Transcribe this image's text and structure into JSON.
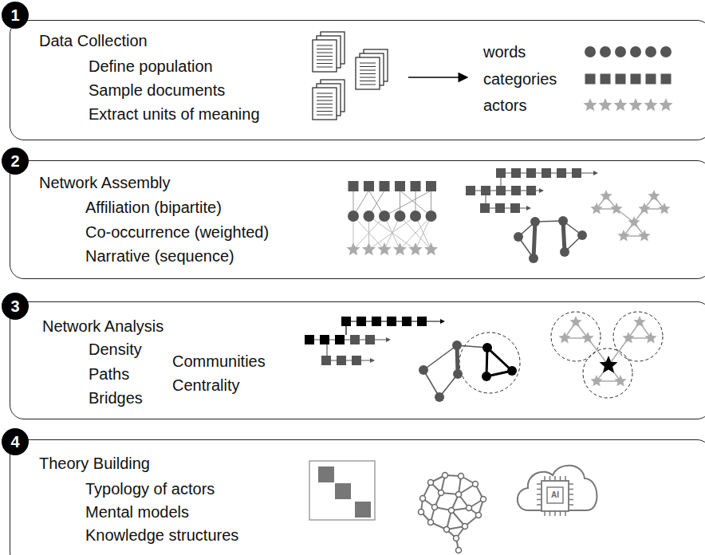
{
  "diagram": {
    "nodes": [
      {
        "text": [
          "Data Collection",
          "Define population",
          "Sample documents",
          "Extract units of meaning"
        ]
      },
      {
        "text": [
          "1"
        ],
        "in": 0
      },
      {
        "text": [
          "Network Assembly",
          "Affiliation (bipartite)",
          "Co-occurrence (weighted)",
          "Narrative (sequence)"
        ]
      },
      {
        "text": [
          "2"
        ],
        "in": 2
      },
      {
        "text": [
          "Network Analysis",
          "Density",
          "Paths",
          "Bridges",
          "Communities",
          "Centrality"
        ]
      },
      {
        "text": [
          "3"
        ],
        "in": 4
      },
      {
        "text": [
          "Theory Building",
          "Typology of actors",
          "Mental models",
          "Knowledge structures"
        ]
      },
      {
        "text": [
          "4"
        ],
        "in": 6
      }
    ],
    "labels": [
      "AI"
    ],
    "legend": [
      {
        "text": "words"
      },
      {
        "text": "categories"
      },
      {
        "text": "actors"
      }
    ]
  }
}
